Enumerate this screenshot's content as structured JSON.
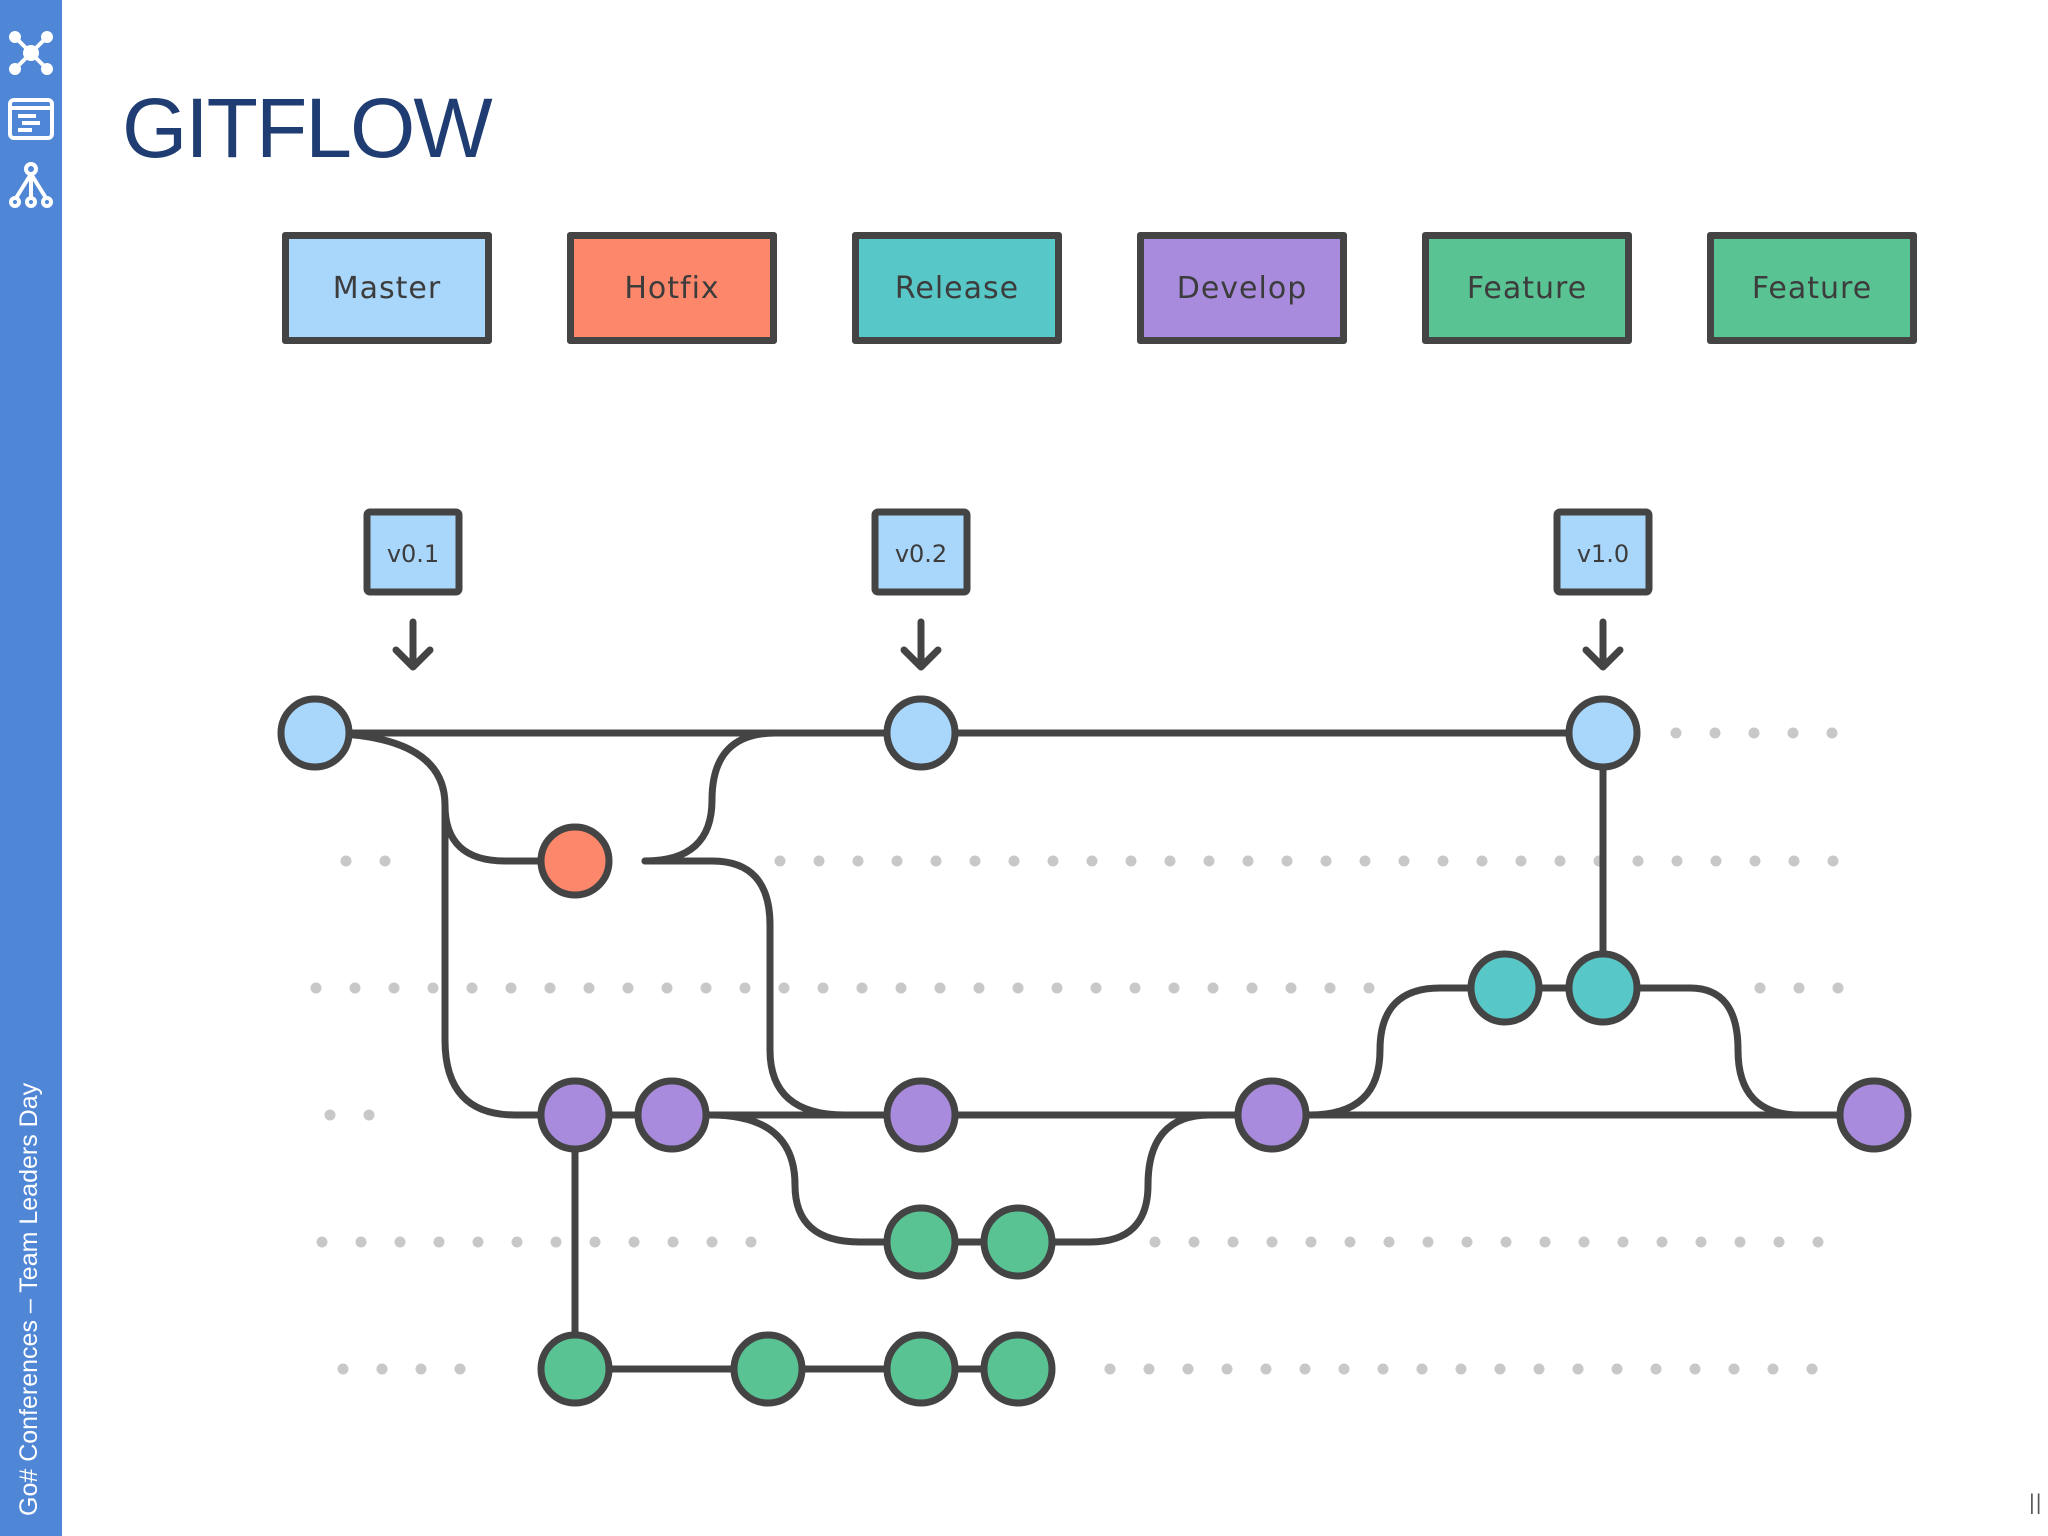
{
  "sidebar": {
    "footer_text": "Go# Conferences – Team Leaders Day",
    "icons": [
      "network-icon",
      "presentation-icon",
      "hierarchy-icon"
    ]
  },
  "slide": {
    "title": "GITFLOW"
  },
  "legend": [
    {
      "label": "Master",
      "color": "#a9d6fb"
    },
    {
      "label": "Hotfix",
      "color": "#fd876a"
    },
    {
      "label": "Release",
      "color": "#58c7c7"
    },
    {
      "label": "Develop",
      "color": "#a88bdd"
    },
    {
      "label": "Feature",
      "color": "#59c393"
    },
    {
      "label": "Feature",
      "color": "#59c393"
    }
  ],
  "tags": [
    "v0.1",
    "v0.2",
    "v1.0"
  ],
  "colors": {
    "master": "#a9d6fb",
    "hotfix": "#fd876a",
    "release": "#58c7c7",
    "develop": "#a88bdd",
    "feature": "#59c393",
    "line": "#444444",
    "dots": "#c8c8c8",
    "sidebar": "#4f86d6",
    "title": "#1f3d73"
  },
  "corner_mark": "||"
}
